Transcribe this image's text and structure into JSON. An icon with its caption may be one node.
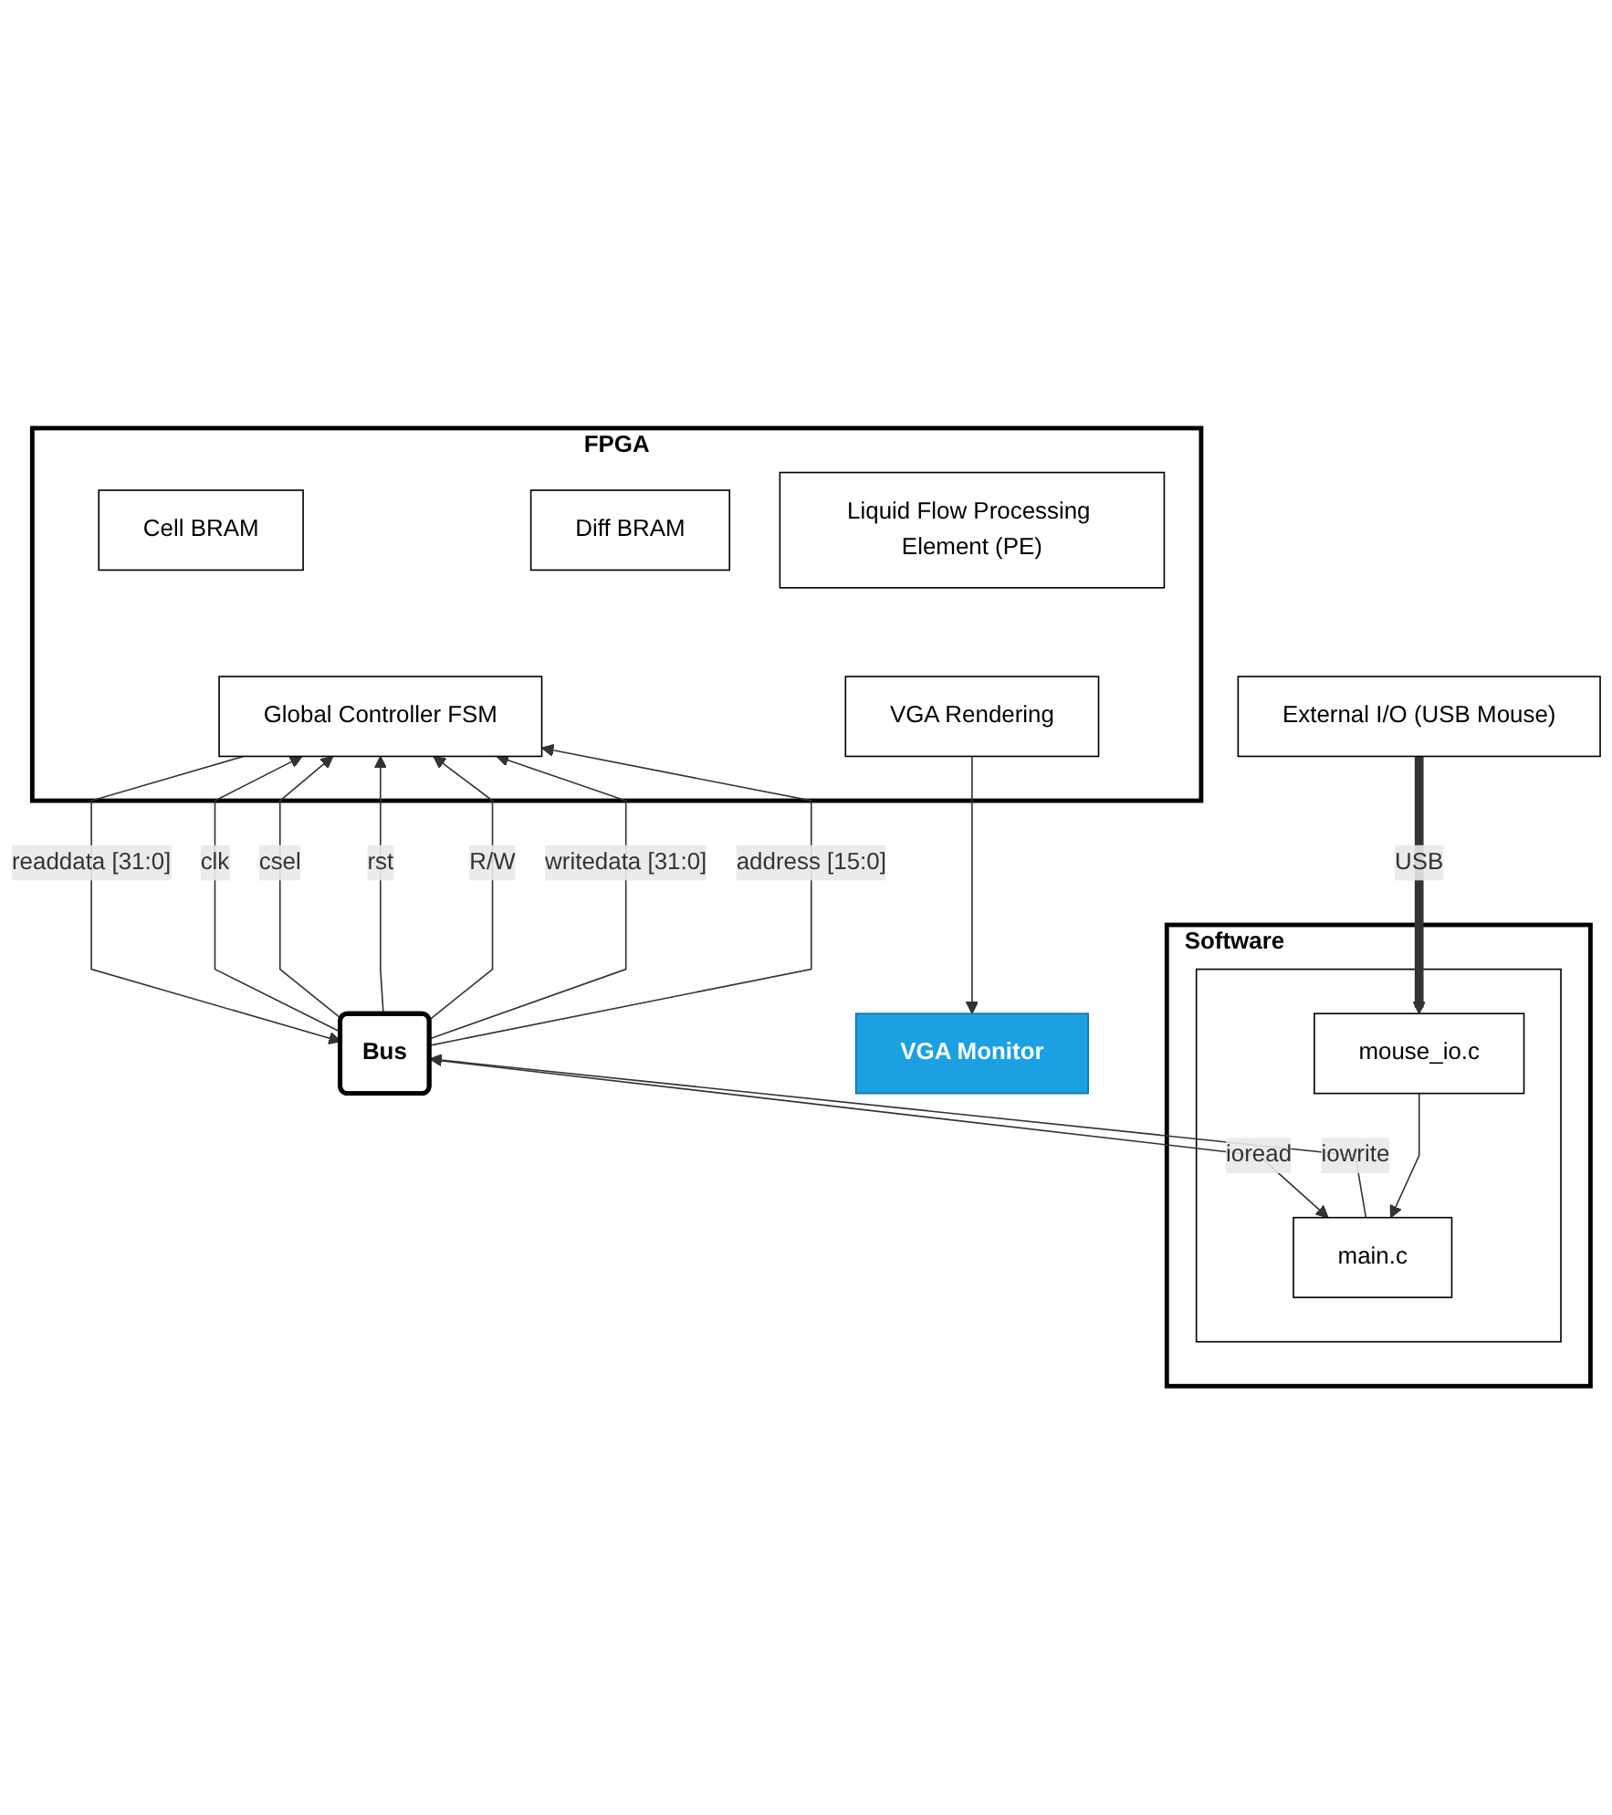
{
  "diagram": {
    "nodes": [
      {
        "text": [
          "FPGA"
        ]
      },
      {
        "text": [
          "Cell BRAM"
        ],
        "in": 0
      },
      {
        "text": [
          "Diff BRAM"
        ],
        "in": 0
      },
      {
        "text": [
          "Liquid Flow Processing Element (PE)"
        ],
        "in": 0
      },
      {
        "text": [
          "Global Controller FSM"
        ],
        "in": 0
      },
      {
        "text": [
          "VGA Rendering"
        ],
        "in": 0
      },
      {
        "text": [
          "VGA Monitor"
        ]
      },
      {
        "text": [
          "Bus"
        ]
      },
      {
        "text": [
          "Software"
        ]
      },
      {
        "text": [],
        "shape": "box",
        "in": 8
      },
      {
        "text": [
          "main.c"
        ],
        "in": 9
      },
      {
        "text": [
          "mouse_io.c"
        ],
        "in": 9
      },
      {
        "text": [
          "External I/O (USB Mouse)"
        ]
      }
    ],
    "edges": [
      {
        "from": 7,
        "to": 4,
        "arrow": "to",
        "label": "clk"
      },
      {
        "from": 7,
        "to": 4,
        "arrow": "to",
        "label": "csel"
      },
      {
        "from": 7,
        "to": 4,
        "arrow": "to",
        "label": "rst"
      },
      {
        "from": 7,
        "to": 4,
        "arrow": "to",
        "label": "R/W"
      },
      {
        "from": 7,
        "to": 4,
        "arrow": "to",
        "label": "writedata [31:0]"
      },
      {
        "from": 4,
        "to": 7,
        "arrow": "to",
        "label": "readdata [31:0]"
      },
      {
        "from": 7,
        "to": 4,
        "arrow": "to",
        "label": "address [15:0]"
      },
      {
        "from": 5,
        "to": 6,
        "arrow": "to"
      },
      {
        "from": 7,
        "to": 10,
        "arrow": "to",
        "label": "ioread"
      },
      {
        "from": 10,
        "to": 7,
        "arrow": "to",
        "label": "iowrite"
      },
      {
        "from": 11,
        "to": 10,
        "arrow": "to"
      },
      {
        "from": 12,
        "to": 11,
        "arrow": "to",
        "label": "USB",
        "style": "thick"
      }
    ]
  }
}
